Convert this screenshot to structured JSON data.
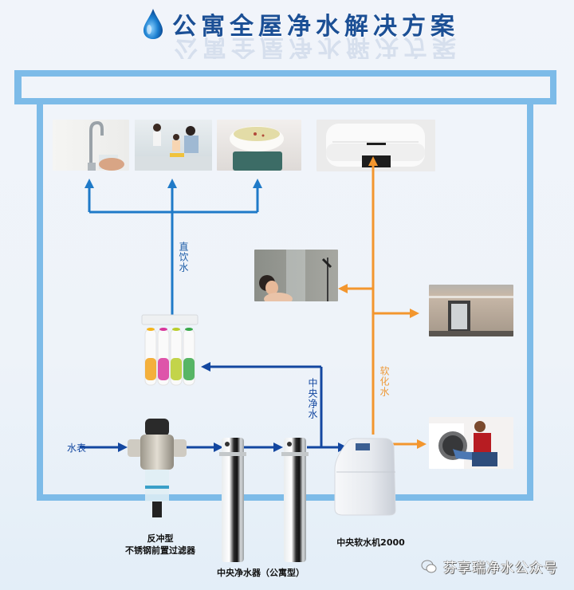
{
  "title": "公寓全屋净水解决方案",
  "icons": {
    "title_icon": "water-drop-icon"
  },
  "flow_labels": {
    "direct_drinking": "直饮水",
    "central_purified": "中央净水",
    "softened": "软化水",
    "water_meter": "水表"
  },
  "devices": {
    "prefilter": {
      "line1": "反冲型",
      "line2": "不锈钢前置过滤器"
    },
    "central_purifier": "中央净水器（公寓型）",
    "softener": "中央软水机2000"
  },
  "photos": {
    "faucet": "faucet-photo",
    "kitchen": "family-kitchen-photo",
    "soup": "soup-pot-photo",
    "water_heater": "water-heater-photo",
    "shower": "shower-photo",
    "dishwasher": "dishwasher-photo",
    "washing_machine": "washing-machine-photo",
    "ro_purifier": "under-sink-purifier-photo"
  },
  "colors": {
    "title": "#1b4f95",
    "frame": "#7dbbe8",
    "direct_line": "#1f7ac8",
    "central_line": "#1347a0",
    "soft_line": "#f3962e"
  },
  "watermark": "芬享瑞净水公众号"
}
